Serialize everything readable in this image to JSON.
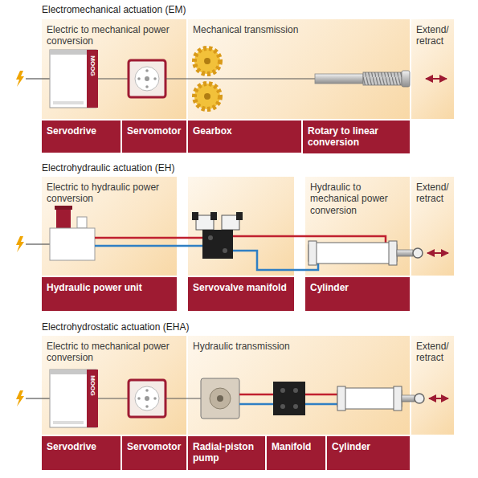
{
  "diagram": {
    "nodes": [
      {
        "text": [
          "Electric to mechanical power conversion"
        ]
      },
      {
        "text": [
          "Mechanical transmission"
        ]
      },
      {
        "text": [
          "Extend/ retract"
        ]
      },
      {
        "text": [
          "Servodrive"
        ]
      },
      {
        "text": [
          "Servomotor"
        ]
      },
      {
        "text": [
          "Gearbox"
        ]
      },
      {
        "text": [
          "Rotary to linear conversion"
        ]
      },
      {
        "text": [
          "Electric to hydraulic power conversion"
        ]
      },
      {
        "text": [
          "Hydraulic to mechanical power conversion"
        ]
      },
      {
        "text": [
          "Extend/ retract"
        ]
      },
      {
        "text": [
          "Hydraulic power unit"
        ]
      },
      {
        "text": [
          "Servovalve manifold"
        ]
      },
      {
        "text": [
          "Cylinder"
        ]
      },
      {
        "text": [
          "Electric to mechanical power conversion"
        ]
      },
      {
        "text": [
          "Hydraulic transmission"
        ]
      },
      {
        "text": [
          "Extend/ retract"
        ]
      },
      {
        "text": [
          "Servodrive"
        ]
      },
      {
        "text": [
          "Servomotor"
        ]
      },
      {
        "text": [
          "Radial-piston pump"
        ]
      },
      {
        "text": [
          "Manifold"
        ]
      },
      {
        "text": [
          "Cylinder"
        ]
      }
    ],
    "labels": [
      "Electromechanical actuation (EM)",
      "Electrohydraulic actuation (EH)",
      "Electrohydrostatic actuation (EHA)",
      "MOOG",
      "MOOG"
    ]
  }
}
